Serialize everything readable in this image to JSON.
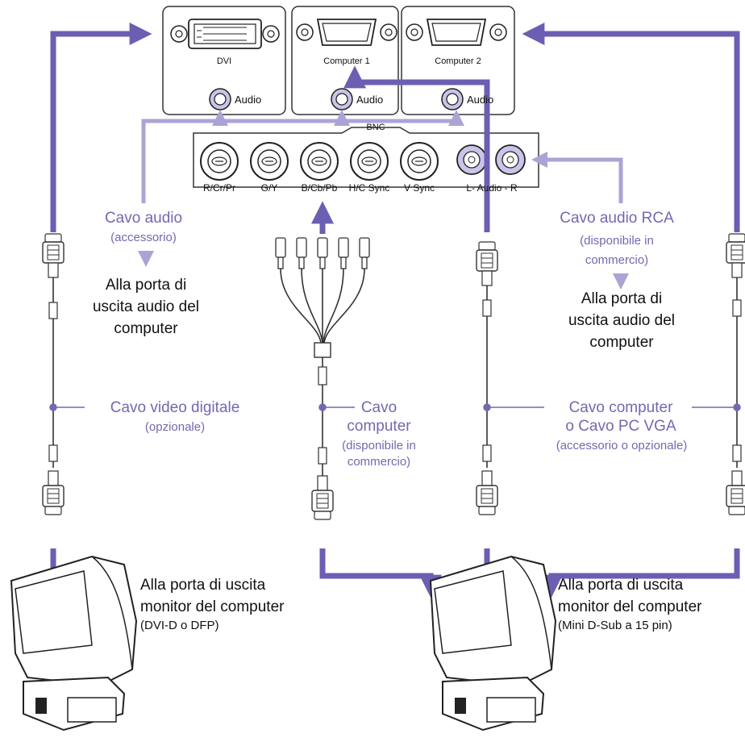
{
  "panel": {
    "ports": [
      {
        "name": "DVI",
        "audio": "Audio"
      },
      {
        "name": "Computer 1",
        "audio": "Audio"
      },
      {
        "name": "Computer 2",
        "audio": "Audio"
      }
    ],
    "bnc_title": "BNC",
    "bnc_ports": [
      "R/Cr/Pr",
      "G/Y",
      "B/Cb/Pb",
      "H/C Sync",
      "V Sync"
    ],
    "rca_label": "L-  Audio - R"
  },
  "labels": {
    "cavo_audio": "Cavo audio",
    "cavo_audio_note": "(accessorio)",
    "alla_audio_left": [
      "Alla porta di",
      "uscita audio del",
      "computer"
    ],
    "cavo_rca": "Cavo audio RCA",
    "cavo_rca_note": [
      "(disponibile in",
      "commercio)"
    ],
    "alla_audio_right": [
      "Alla porta di",
      "uscita audio del",
      "computer"
    ],
    "cavo_video_digitale": "Cavo video digitale",
    "cavo_video_note": "(opzionale)",
    "cavo_computer": [
      "Cavo",
      "computer"
    ],
    "cavo_computer_note": [
      "(disponibile in",
      "commercio)"
    ],
    "cavo_pc_vga": [
      "Cavo computer",
      "o Cavo PC VGA"
    ],
    "cavo_pc_vga_note": "(accessorio o opzionale)",
    "monitor_left": [
      "Alla porta di uscita",
      "monitor del computer"
    ],
    "monitor_left_note": "(DVI-D o DFP)",
    "monitor_right": [
      "Alla porta di uscita",
      "monitor del computer"
    ],
    "monitor_right_note": "(Mini D-Sub a 15 pin)"
  },
  "colors": {
    "arrow": "#6a5fb2",
    "arrow_light": "#aaa4d6",
    "label": "#7468b0",
    "rca_fill": "#c9c4e8"
  }
}
